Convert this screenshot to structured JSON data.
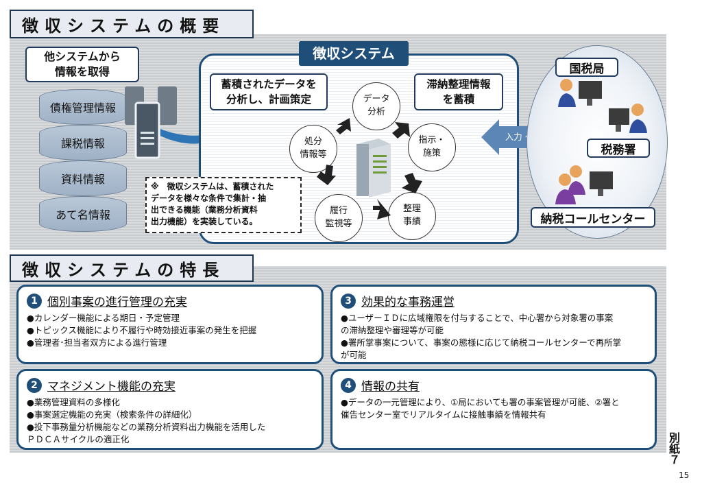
{
  "overview": {
    "header": "徴収システムの概要",
    "source_box": [
      "他システムから",
      "情報を取得"
    ],
    "db_items": [
      "債権管理情報",
      "課税情報",
      "資料情報",
      "あて名情報"
    ],
    "system_title": "徴収システム",
    "analysis_box": [
      "蓄積されたデータを",
      "分析し、計画策定"
    ],
    "accumulate_box": [
      "滞納整理情報",
      "を蓄積"
    ],
    "cycle": {
      "analysis": [
        "データ",
        "分析"
      ],
      "instruction": [
        "指示・",
        "施策"
      ],
      "arrangement": [
        "整理",
        "事績"
      ],
      "monitoring": [
        "履行",
        "監視等"
      ],
      "disposal": [
        "処分",
        "情報等"
      ]
    },
    "note": {
      "mark": "※",
      "lines": [
        "徴収システムは、蓄積された",
        "データを様々な条件で集計・抽",
        "出できる機能（業務分析資料",
        "出力機能）を実装している。"
      ]
    },
    "input_arrow": "入力・参照",
    "users": {
      "national_tax_bureau": "国税局",
      "tax_office": "税務署",
      "call_center": "納税コールセンター"
    }
  },
  "features": {
    "header": "徴収システムの特長",
    "cards": [
      {
        "num": "1",
        "title": "個別事案の進行管理の充実",
        "bullets": [
          "●カレンダー機能による期日・予定管理",
          "●トピックス機能により不履行や時効接近事案の発生を把握",
          "●管理者･担当者双方による進行管理"
        ]
      },
      {
        "num": "2",
        "title": "マネジメント機能の充実",
        "bullets": [
          "●業務管理資料の多様化",
          "●事案選定機能の充実（検索条件の詳細化）",
          "●投下事務量分析機能などの業務分析資料出力機能を活用した",
          "ＰＤＣＡサイクルの適正化"
        ]
      },
      {
        "num": "3",
        "title": "効果的な事務運営",
        "bullets": [
          "●ユーザーＩＤに広域権限を付与することで、中心署から対象署の事案",
          "の滞納整理や審理等が可能",
          "●署所掌事案について、事案の態様に応じて納税コールセンターで再所掌",
          "が可能"
        ]
      },
      {
        "num": "4",
        "title": "情報の共有",
        "bullets": [
          "●データの一元管理により、①局においても署の事案管理が可能、②署と",
          "催告センター室でリアルタイムに接触事績を情報共有"
        ]
      }
    ]
  },
  "side_label": "別紙７",
  "page_number": "15",
  "colors": {
    "accent": "#1f4e79",
    "arrow": "#2e75b6",
    "disk": "#9fb1c6"
  }
}
